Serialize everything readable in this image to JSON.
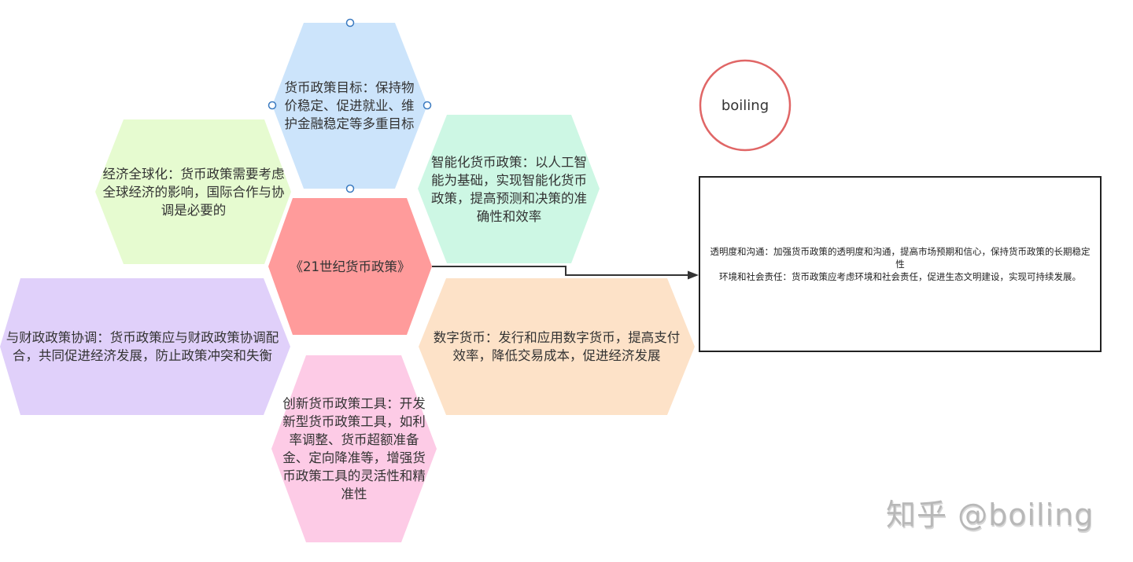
{
  "diagram": {
    "center": {
      "label": "《21世纪货币政策》",
      "color": "#ff9b9b"
    },
    "nodes": [
      {
        "id": "goal",
        "label": "货币政策目标：保持物价稳定、促进就业、维护金融稳定等多重目标",
        "color": "#cce4fb",
        "selected": true
      },
      {
        "id": "globalization",
        "label": "经济全球化：货币政策需要考虑全球经济的影响，国际合作与协调是必要的",
        "color": "#e6fbd0"
      },
      {
        "id": "intelligent",
        "label": "智能化货币政策：以人工智能为基础，实现智能化货币政策，提高预测和决策的准确性和效率",
        "color": "#cdf7e4"
      },
      {
        "id": "fiscal",
        "label": "与财政政策协调：货币政策应与财政政策协调配合，共同促进经济发展，防止政策冲突和失衡",
        "color": "#e0d0fa"
      },
      {
        "id": "digital",
        "label": "数字货币：发行和应用数字货币，提高支付效率，降低交易成本，促进经济发展",
        "color": "#fde2c8"
      },
      {
        "id": "tools",
        "label": "创新货币政策工具：开发新型货币政策工具，如利率调整、货币超额准备金、定向降准等，增强货币政策工具的灵活性和精准性",
        "color": "#fdcbe6"
      }
    ],
    "text_box": {
      "lines": [
        "透明度和沟通：加强货币政策的透明度和沟通，提高市场预期和信心，保持货币政策的长期稳定性",
        "环境和社会责任：货币政策应考虑环境和社会责任，促进生态文明建设，实现可持续发展。"
      ],
      "border_color": "#222222"
    },
    "circle": {
      "label": "boiling",
      "border_color": "#e06666"
    },
    "connector": {
      "color": "#333333"
    },
    "selection_handle_color": "#3a7ac0"
  },
  "watermark": {
    "text": "知乎 @boiling"
  }
}
